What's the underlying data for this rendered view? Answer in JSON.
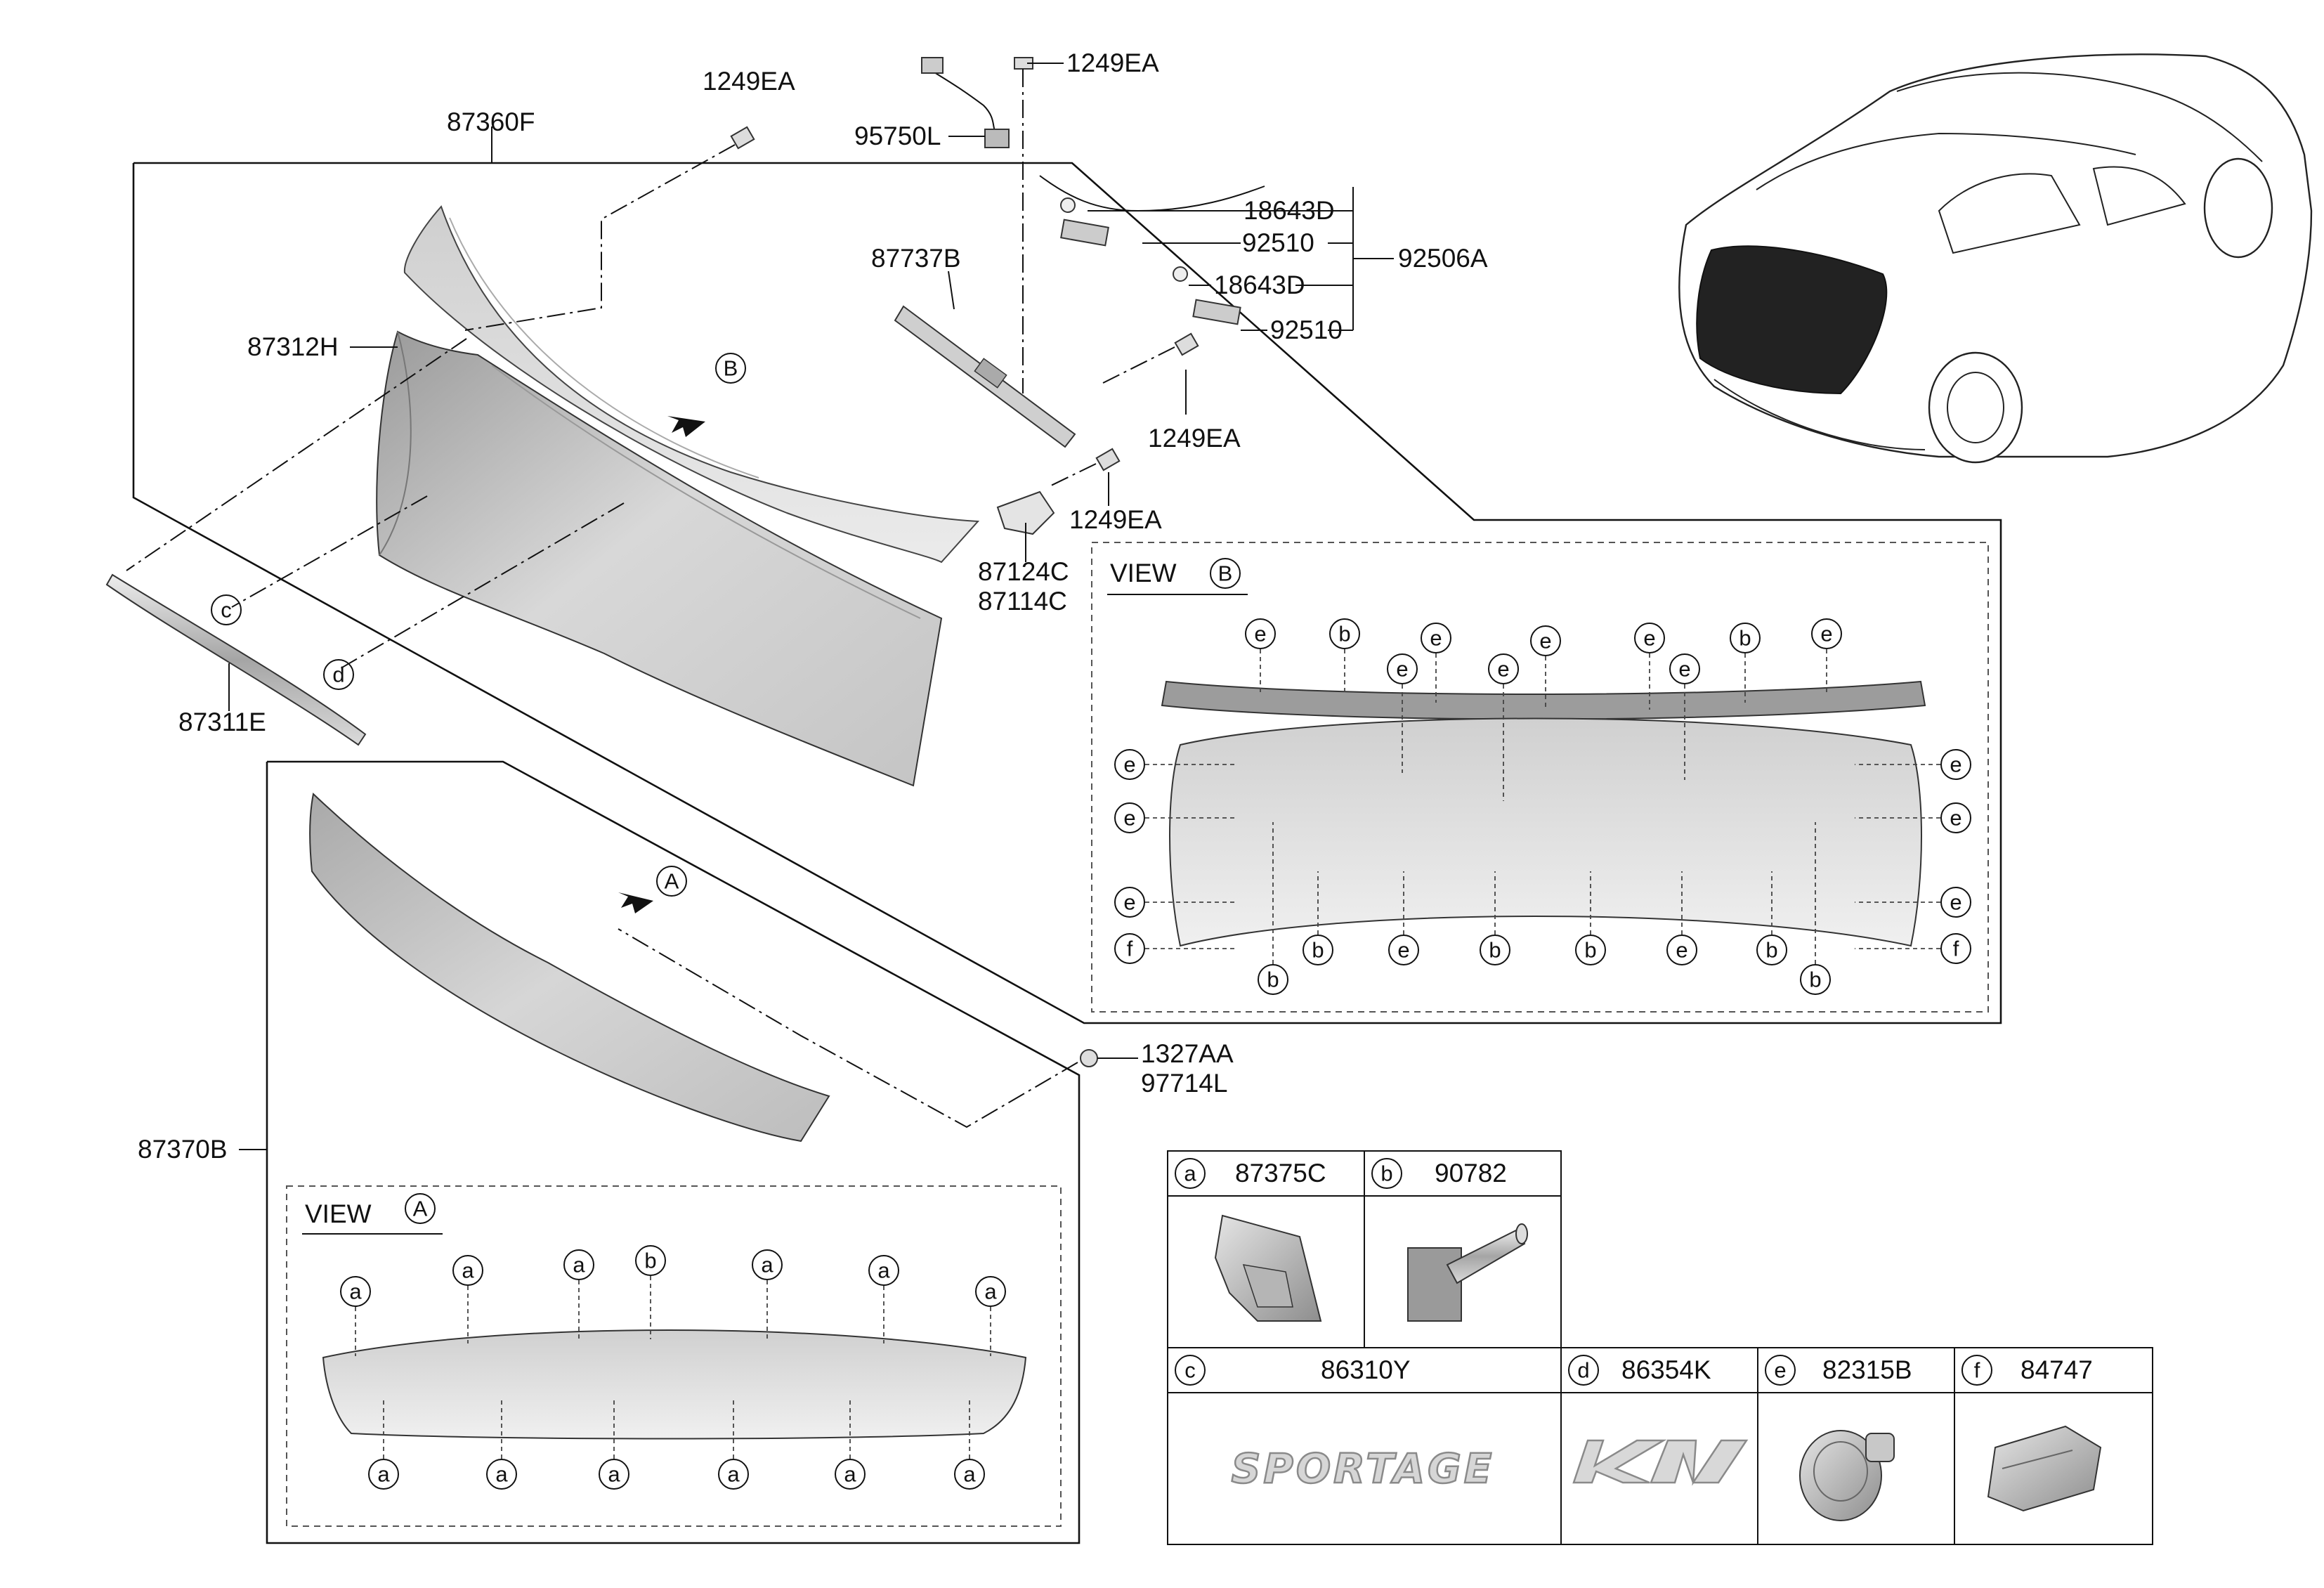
{
  "parts": {
    "p87360F": "87360F",
    "p1249EA_top": "1249EA",
    "p1249EA_harness": "1249EA",
    "p95750L": "95750L",
    "p18643D_1": "18643D",
    "p92510_1": "92510",
    "p18643D_2": "18643D",
    "p92510_2": "92510",
    "p92506A": "92506A",
    "p87737B": "87737B",
    "p87312H": "87312H",
    "p1249EA_r1": "1249EA",
    "p1249EA_r2": "1249EA",
    "p87124C": "87124C",
    "p87114C": "87114C",
    "p87311E": "87311E",
    "p1327AA": "1327AA",
    "p97714L": "97714L",
    "p87370B": "87370B"
  },
  "callouts": {
    "c": "c",
    "d": "d",
    "arrowB": "B",
    "arrowA": "A"
  },
  "viewB": {
    "title": "VIEW",
    "ref": "B"
  },
  "viewA": {
    "title": "VIEW",
    "ref": "A"
  },
  "legend": {
    "a": {
      "letter": "a",
      "part": "87375C"
    },
    "b": {
      "letter": "b",
      "part": "90782"
    },
    "c": {
      "letter": "c",
      "part": "86310Y",
      "emblem_text": "SPORTAGE"
    },
    "d": {
      "letter": "d",
      "part": "86354K",
      "emblem_text": "KIA"
    },
    "e": {
      "letter": "e",
      "part": "82315B"
    },
    "f": {
      "letter": "f",
      "part": "84747"
    }
  },
  "viewB_callouts": {
    "top_row": [
      "e",
      "b",
      "e",
      "e",
      "e",
      "e",
      "e",
      "e",
      "b",
      "e"
    ],
    "left_col": [
      "e",
      "e",
      "e",
      "f"
    ],
    "right_col": [
      "e",
      "e",
      "e",
      "f"
    ],
    "bottom_row": [
      "b",
      "b",
      "e",
      "b",
      "b",
      "e",
      "b",
      "b"
    ]
  },
  "viewA_callouts": {
    "top_row": [
      "a",
      "a",
      "a",
      "b",
      "a",
      "a",
      "a"
    ],
    "bottom_row": [
      "a",
      "a",
      "a",
      "a",
      "a",
      "a"
    ]
  }
}
